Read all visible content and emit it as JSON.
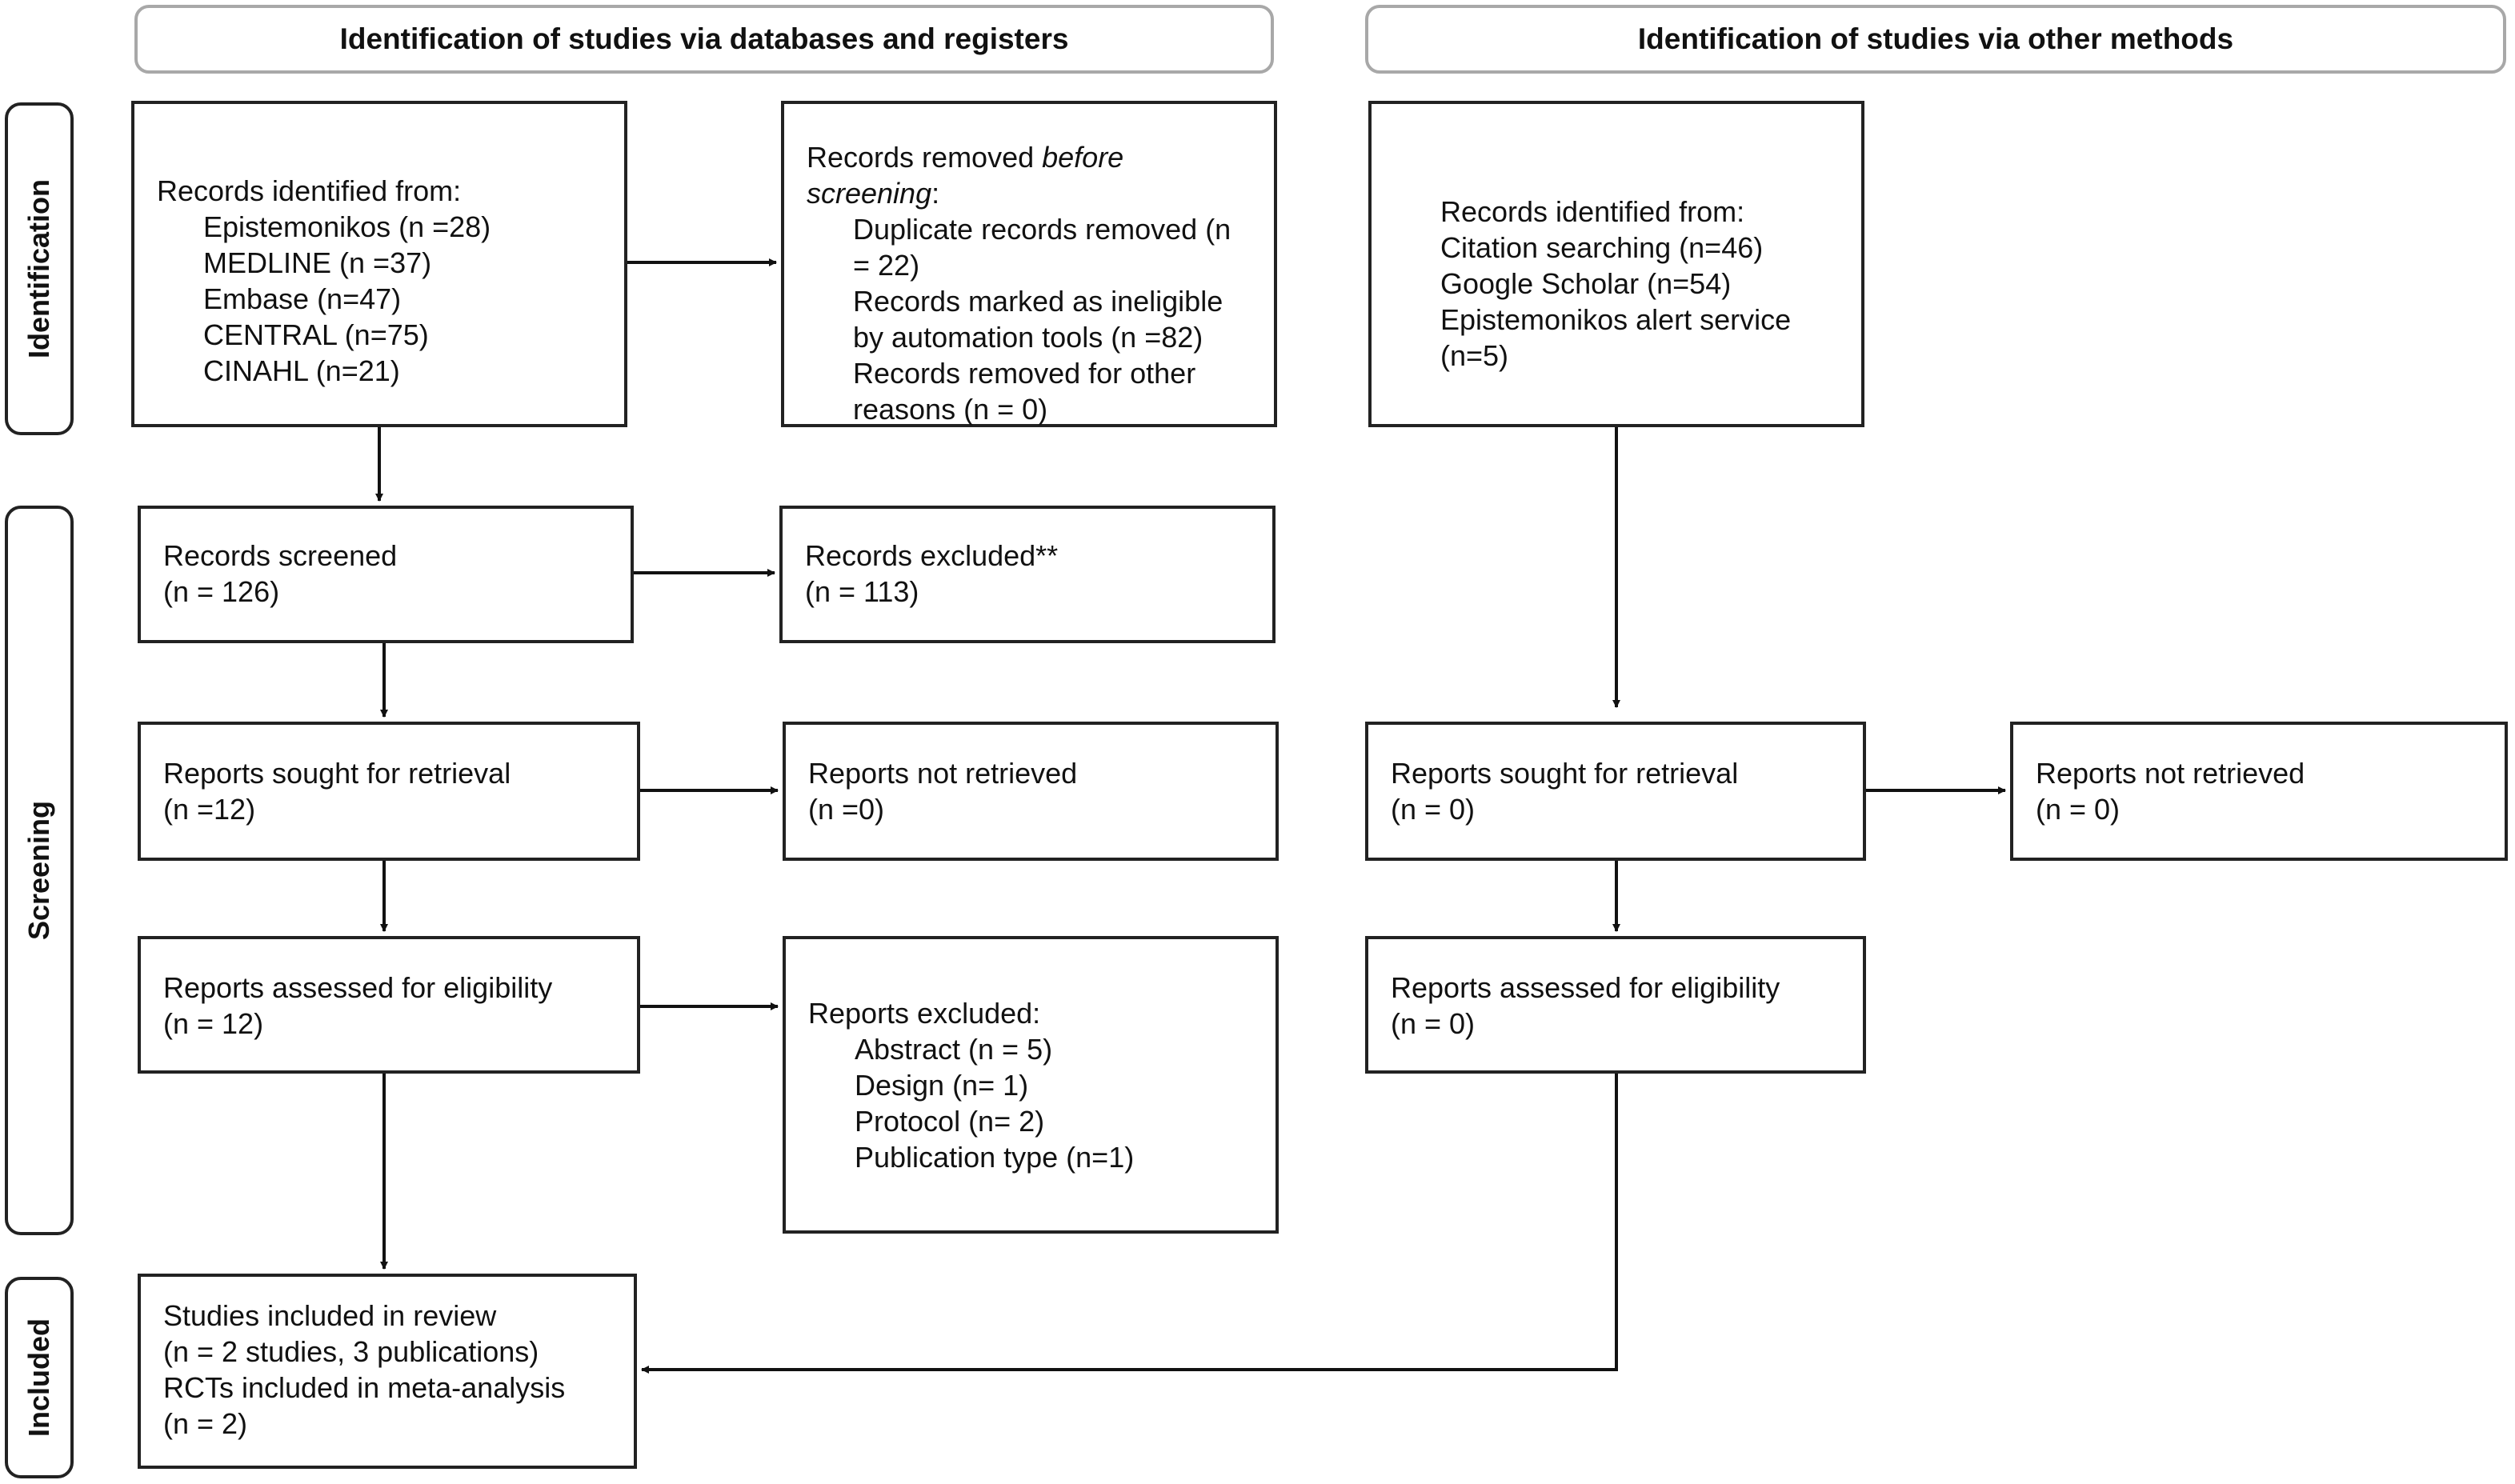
{
  "headers": {
    "databases": "Identification of studies via databases and registers",
    "other": "Identification of studies via other methods"
  },
  "phases": {
    "identification": "Identification",
    "screening": "Screening",
    "included": "Included"
  },
  "db": {
    "identified": {
      "title": "Records identified from:",
      "items": [
        "Epistemonikos (n =28)",
        "MEDLINE (n =37)",
        "Embase (n=47)",
        "CENTRAL (n=75)",
        "CINAHL (n=21)"
      ]
    },
    "removed": {
      "title_prefix": "Records removed ",
      "title_italic_1": "before",
      "title_italic_2": "screening",
      "title_suffix": ":",
      "lines": [
        "Duplicate records removed (n",
        "= 22)",
        "Records marked as ineligible",
        "by automation tools (n =82)",
        "Records removed for other",
        "reasons (n = 0)"
      ]
    },
    "screened": {
      "line1": "Records screened",
      "line2": "(n = 126)"
    },
    "excluded": {
      "line1": "Records excluded**",
      "line2": "(n = 113)"
    },
    "sought": {
      "line1": "Reports sought for retrieval",
      "line2": "(n =12)"
    },
    "not_retrieved": {
      "line1": "Reports not retrieved",
      "line2": "(n =0)"
    },
    "assessed": {
      "line1": "Reports assessed for eligibility",
      "line2": "(n = 12)"
    },
    "reports_excluded": {
      "title": "Reports excluded:",
      "items": [
        "Abstract (n = 5)",
        "Design (n= 1)",
        "Protocol (n= 2)",
        "Publication type (n=1)"
      ]
    },
    "included": {
      "lines": [
        "Studies included in review",
        "(n = 2 studies, 3 publications)",
        "RCTs included in meta-analysis",
        "(n = 2)"
      ]
    }
  },
  "other": {
    "identified": {
      "lines": [
        "Records identified from:",
        "Citation searching (n=46)",
        "Google Scholar (n=54)",
        "Epistemonikos alert service",
        "(n=5)"
      ]
    },
    "sought": {
      "line1": "Reports sought for retrieval",
      "line2": "(n = 0)"
    },
    "not_retrieved": {
      "line1": "Reports not retrieved",
      "line2": "(n = 0)"
    },
    "assessed": {
      "line1": "Reports assessed for eligibility",
      "line2": "(n = 0)"
    }
  }
}
